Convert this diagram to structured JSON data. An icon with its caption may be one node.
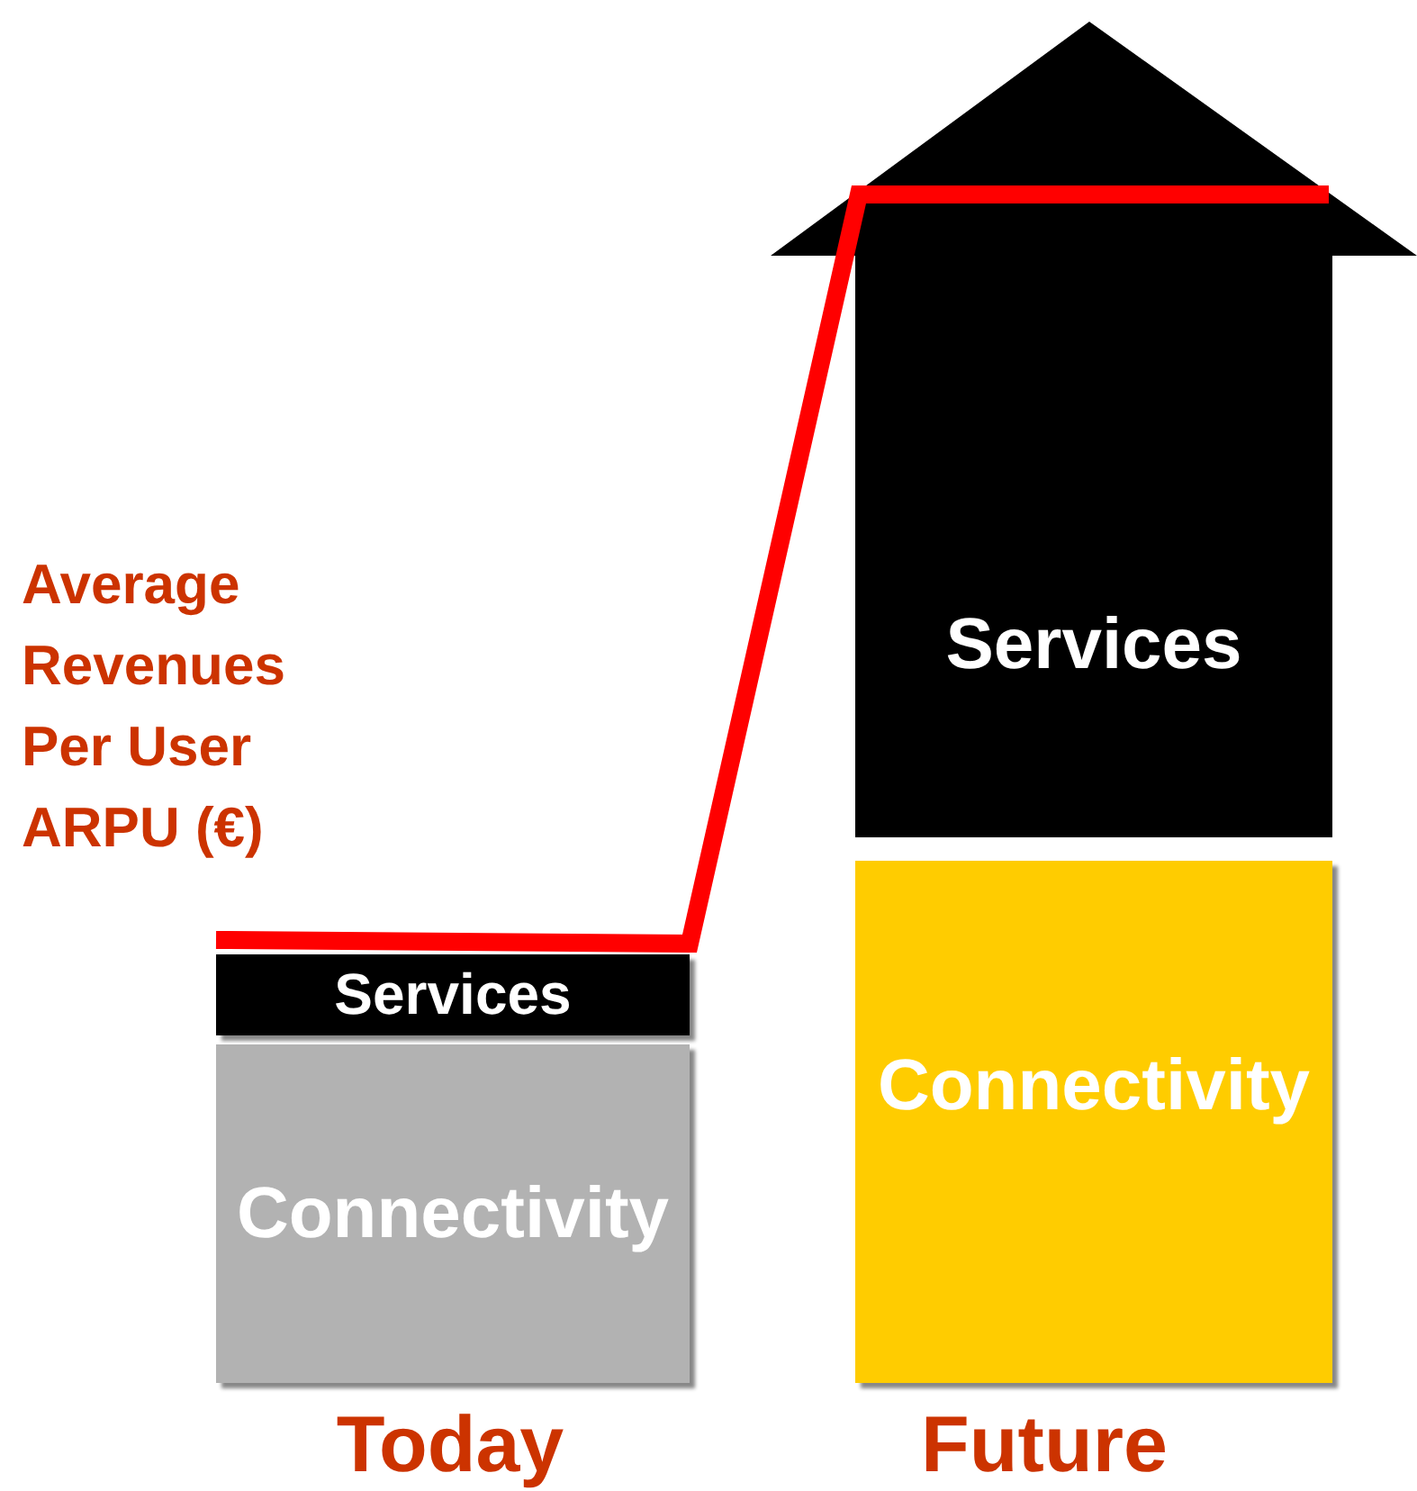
{
  "diagram": {
    "nodes": [
      {
        "text": [
          "Services"
        ]
      },
      {
        "text": [
          "Connectivity"
        ]
      },
      {
        "text": [
          "Services"
        ]
      },
      {
        "text": [
          "Connectivity"
        ]
      }
    ],
    "labels": [
      "Average Revenues Per User ARPU (€)",
      "Today",
      "Future"
    ]
  }
}
